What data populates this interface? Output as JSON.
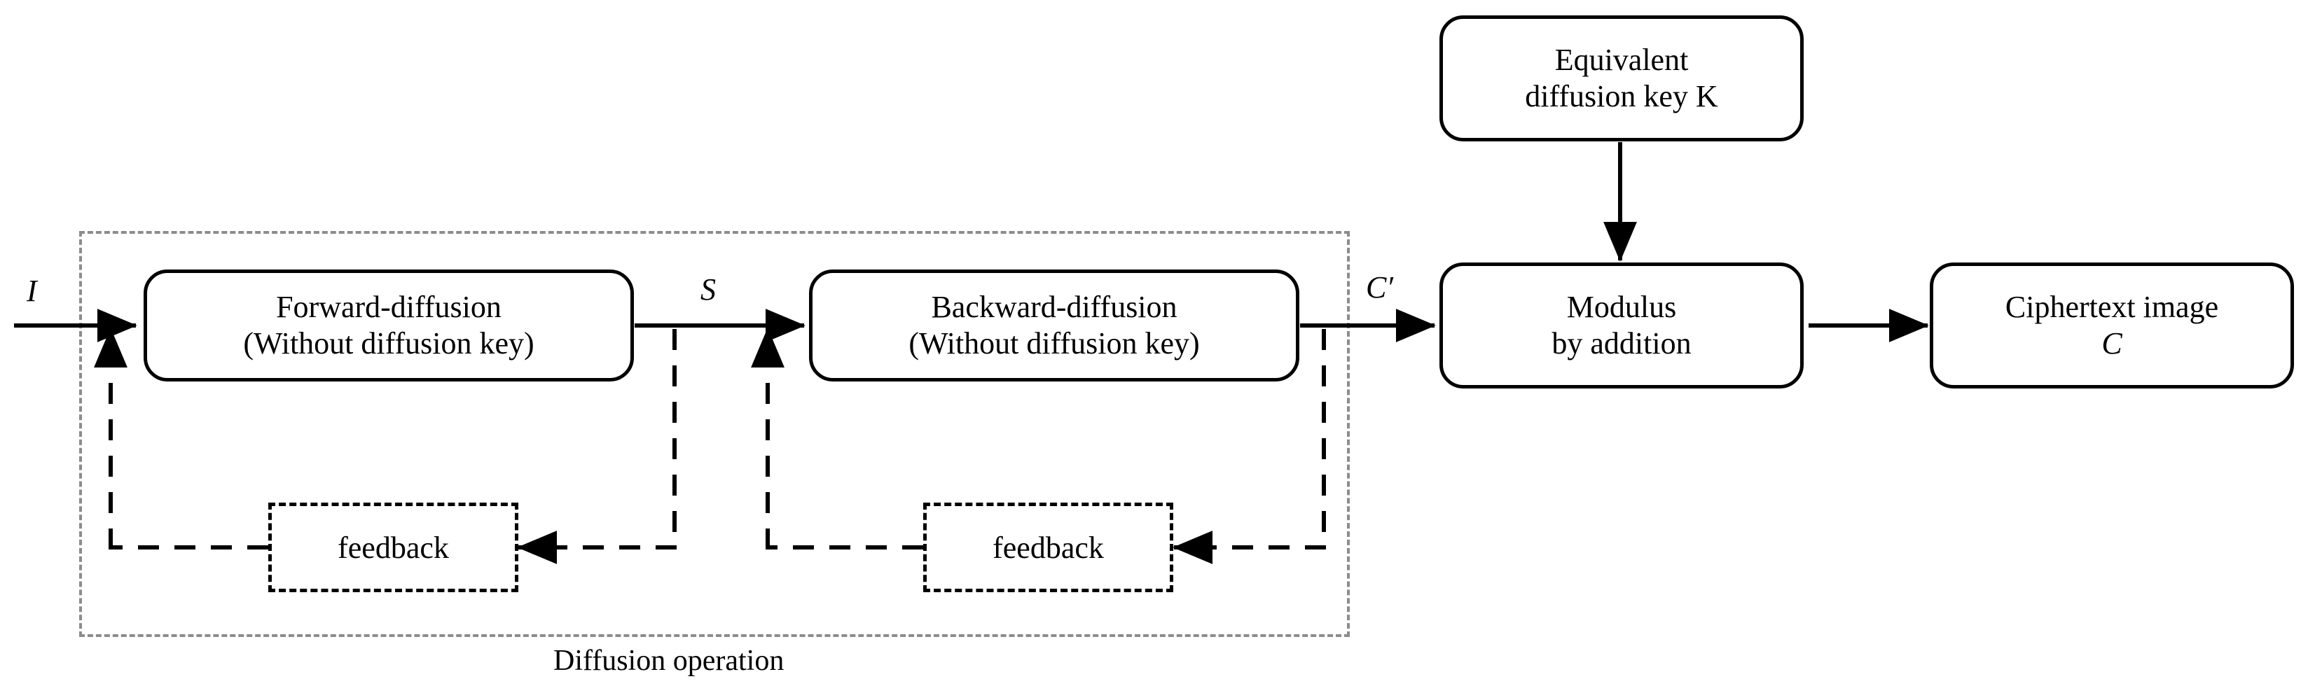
{
  "diagram": {
    "caption": "Diffusion operation",
    "group_label": "Diffusion operation",
    "nodes": {
      "forward": {
        "line1": "Forward-diffusion",
        "line2": "(Without diffusion key)"
      },
      "backward": {
        "line1": "Backward-diffusion",
        "line2": "(Without diffusion key)"
      },
      "key": {
        "line1": "Equivalent",
        "line2": "diffusion key K"
      },
      "modulus": {
        "line1": "Modulus",
        "line2": "by addition"
      },
      "cipher": {
        "line1": "Ciphertext image",
        "line2": "C"
      },
      "feedback_left": {
        "label": "feedback"
      },
      "feedback_right": {
        "label": "feedback"
      }
    },
    "edge_labels": {
      "input": "I",
      "s": "S",
      "c_prime": "C′"
    },
    "colors": {
      "stroke": "#000000",
      "group_stroke": "#8c8c8c",
      "background": "#ffffff"
    }
  }
}
